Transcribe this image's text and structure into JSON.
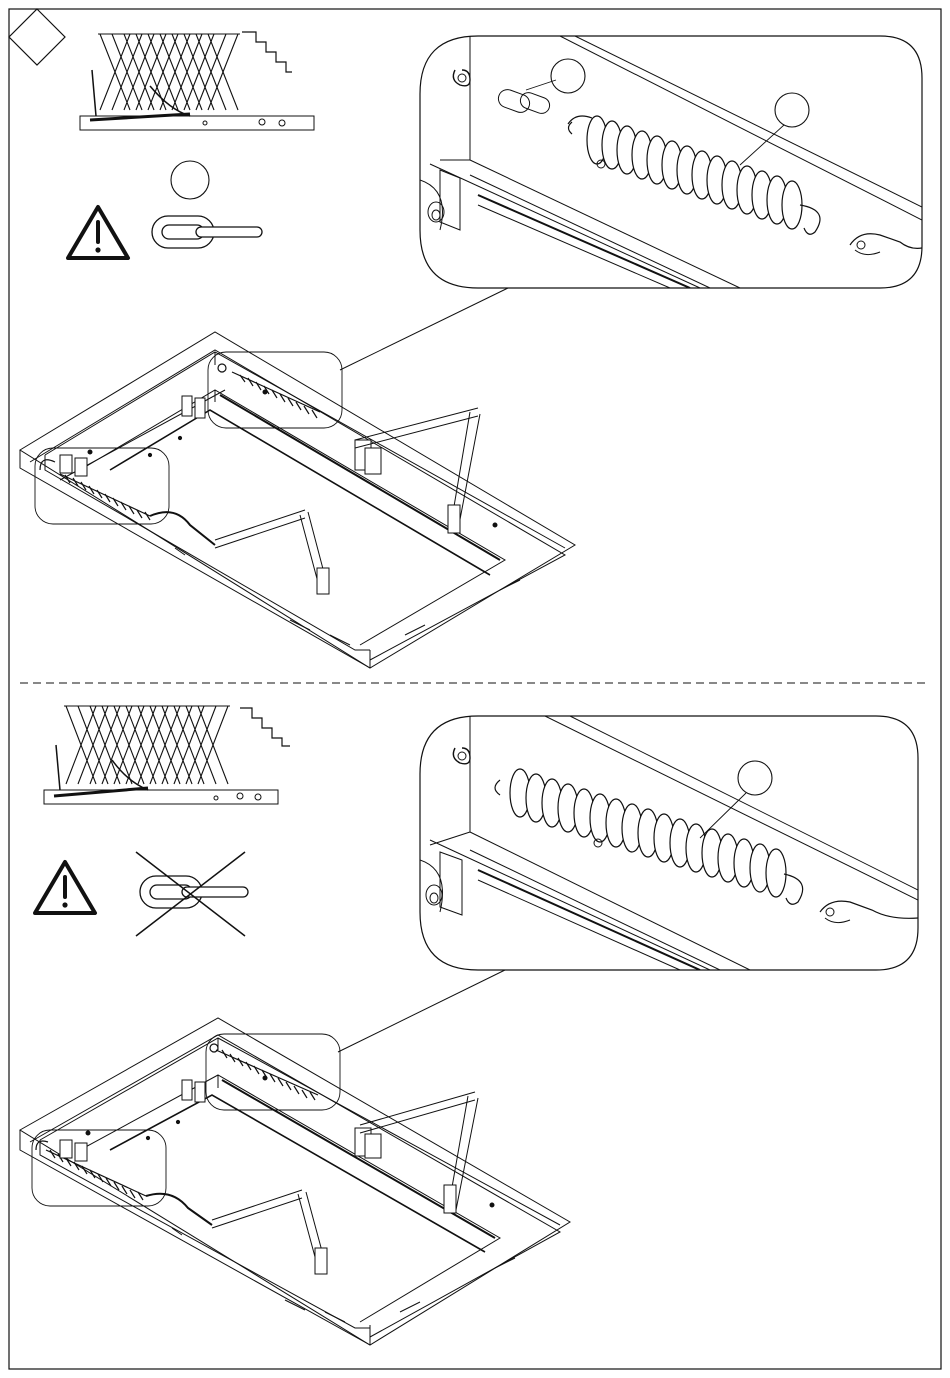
{
  "page": {
    "step_marker_text": "",
    "sections": [
      {
        "id": "top",
        "status": "correct",
        "warning_icon": "warning-triangle-icon",
        "callout_labels": [
          "",
          "",
          ""
        ],
        "hook_state": "chain-link-engaged"
      },
      {
        "id": "bottom",
        "status": "incorrect",
        "warning_icon": "warning-triangle-icon",
        "callout_labels": [
          ""
        ],
        "hook_state": "chain-link-crossed-out"
      }
    ],
    "colors": {
      "line": "#111111",
      "background": "#ffffff"
    }
  }
}
